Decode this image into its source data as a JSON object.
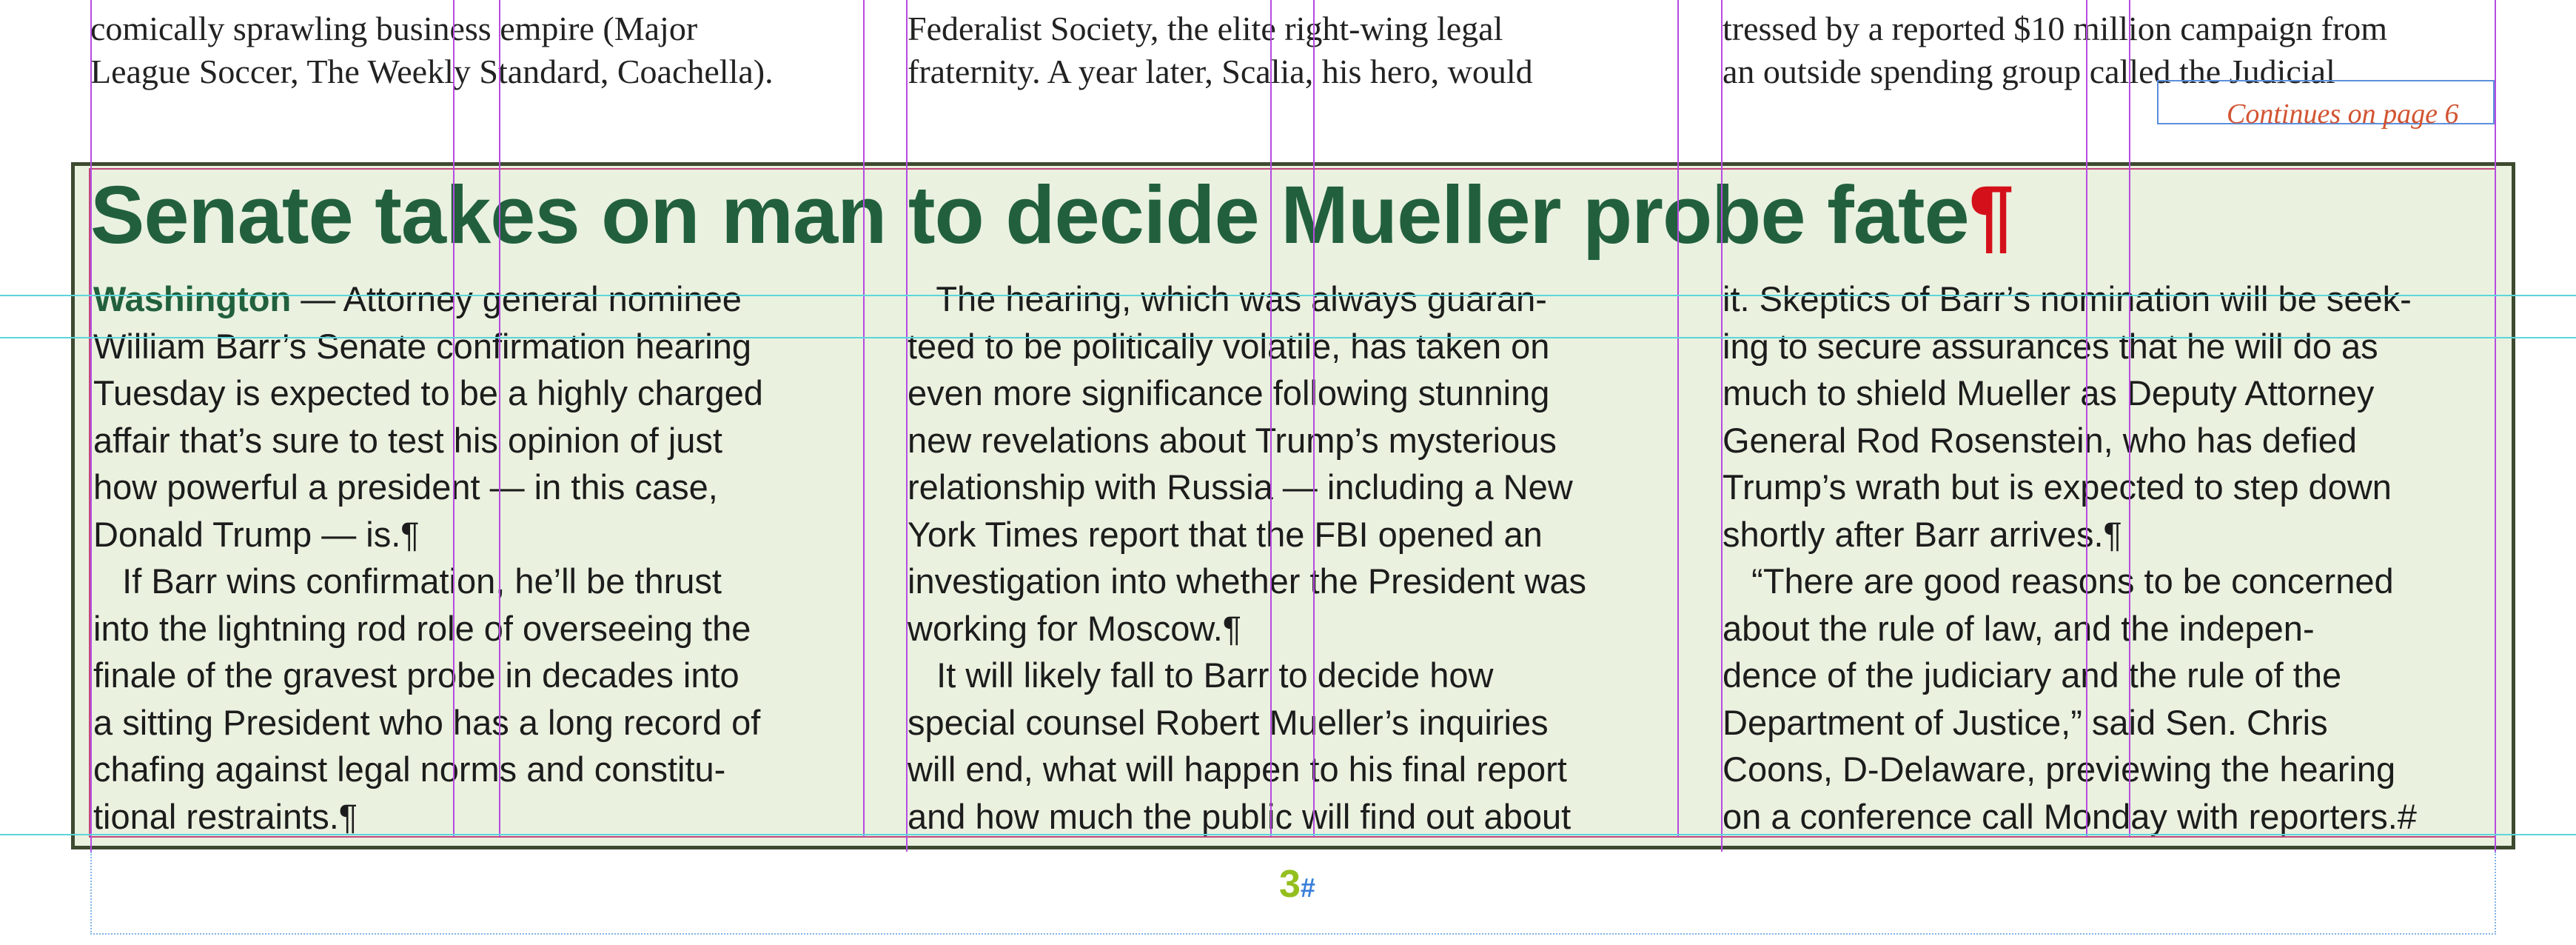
{
  "top_columns": [
    {
      "lines": [
        "comically sprawling business empire (Major",
        "League Soccer, The Weekly Standard, Coachella)."
      ]
    },
    {
      "lines": [
        "Federalist Society, the elite right-wing legal",
        "fraternity. A year later, Scalia, his hero, would"
      ]
    },
    {
      "lines": [
        "tressed by a reported $10 million campaign from",
        "an outside spending group called the Judicial"
      ]
    }
  ],
  "jump_line": "Continues on page 6",
  "headline": "Senate takes on man to decide Mueller probe fate",
  "headline_pilcrow": "¶",
  "dateline": "Washington",
  "columns": [
    {
      "lines": [
        " — Attorney general nominee",
        "William Barr’s Senate confirmation hearing",
        "Tuesday is expected to be a highly charged",
        "affair that’s sure to test his opinion of just",
        "how powerful a president — in this case,",
        "Donald Trump — is.¶",
        "   If Barr wins confirmation, he’ll be thrust",
        "into the lightning rod role of overseeing the",
        "finale of the gravest probe in decades into",
        "a sitting President who has a long record of",
        "chafing against legal norms and constitu-",
        "tional restraints.¶"
      ]
    },
    {
      "lines": [
        "   The hearing, which was always guaran-",
        "teed to be politically volatile, has taken on",
        "even more significance following stunning",
        "new revelations about Trump’s mysterious",
        "relationship with Russia — including a New",
        "York Times report that the FBI opened an",
        "investigation into whether the President was",
        "working for Moscow.¶",
        "   It will likely fall to Barr to decide how",
        "special counsel Robert Mueller’s inquiries",
        "will end, what will happen to his final report",
        "and how much the public will find out about"
      ]
    },
    {
      "lines": [
        "it. Skeptics of Barr’s nomination will be seek-",
        "ing to secure assurances that he will do as",
        "much to shield Mueller as Deputy Attorney",
        "General Rod Rosenstein, who has defied",
        "Trump’s wrath but is expected to step down",
        "shortly after Barr arrives.¶",
        "   “There are good reasons to be concerned",
        "about the rule of law, and the indepen-",
        "dence of the judiciary and the rule of the",
        "Department of Justice,” said Sen. Chris",
        "Coons, D-Delaware, previewing the hearing",
        "on a conference call Monday with reporters.#"
      ]
    }
  ],
  "folio": "3",
  "folio_mark": "#",
  "colors": {
    "headline": "#22603d",
    "box_fill": "#eaf1df",
    "box_stroke": "#3d4a2f",
    "hidden_chars": "#d4111b",
    "column_guides": "#b64be0",
    "baseline_guides": "#5cd5da",
    "jump_text": "#d25432",
    "folio": "#94bf1f"
  }
}
